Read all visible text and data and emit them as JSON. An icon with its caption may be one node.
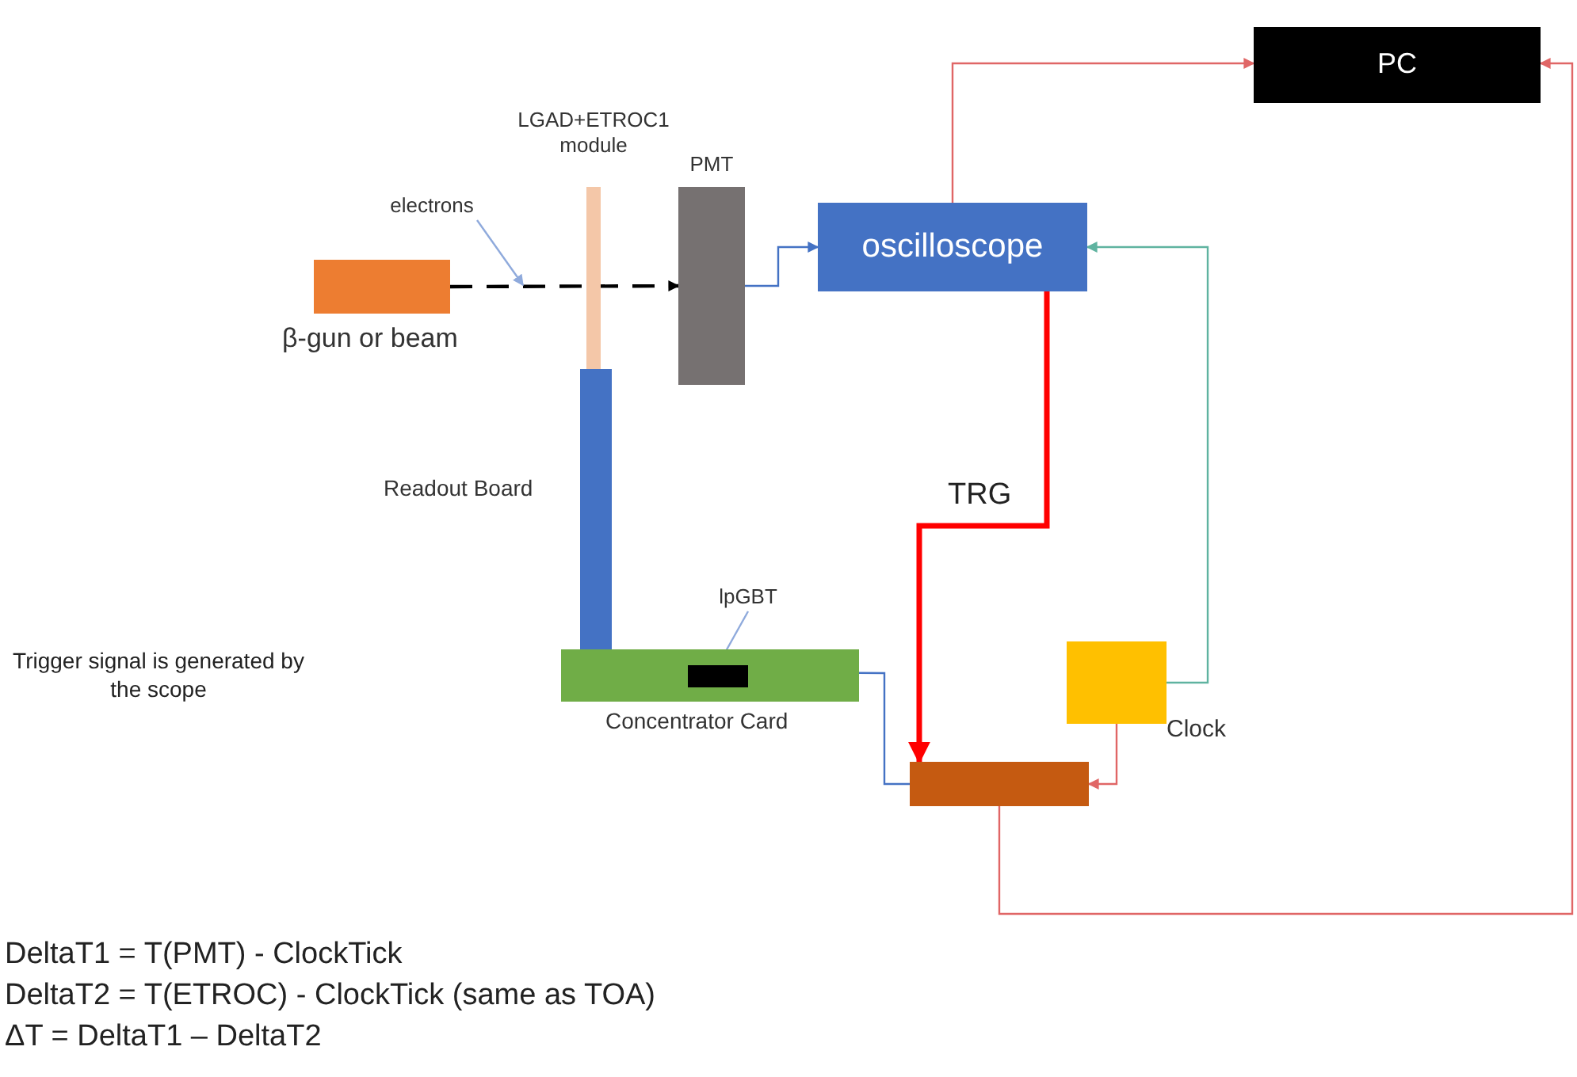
{
  "diagram": {
    "nodes": [
      {
        "text": [
          "PC"
        ]
      },
      {
        "text": [
          "LGAD+ETROC1 module"
        ]
      },
      {
        "text": [
          "PMT"
        ]
      },
      {
        "text": [
          "electrons"
        ]
      },
      {
        "text": [
          "oscilloscope"
        ]
      },
      {
        "text": [
          "β-gun or beam"
        ]
      },
      {
        "text": [
          "Readout Board"
        ]
      },
      {
        "text": [
          "lpGBT"
        ]
      },
      {
        "text": [
          "Concentrator Card"
        ]
      },
      {
        "text": [],
        "shape": "box",
        "in": 8
      },
      {
        "text": [
          "Clock"
        ]
      },
      {
        "text": [],
        "shape": "box"
      }
    ],
    "edges": [
      {
        "from": 5,
        "to": 2,
        "arrow": "to",
        "style": "dashed",
        "color": "#000000"
      },
      {
        "from": 3,
        "to": null,
        "arrow": "to",
        "color": "#8faadc"
      },
      {
        "from": 2,
        "to": 4,
        "arrow": "to",
        "color": "#4472c4"
      },
      {
        "from": 4,
        "to": 0,
        "arrow": "to"
      },
      {
        "from": 4,
        "to": 11,
        "arrow": "to",
        "label": "TRG",
        "style": "thick",
        "color": "#ff0000"
      },
      {
        "from": 10,
        "to": 4,
        "arrow": "to",
        "color": "#5fb3a0"
      },
      {
        "from": 10,
        "to": 11,
        "arrow": "to"
      },
      {
        "from": 8,
        "to": 11,
        "arrow": "none",
        "color": "#4472c4"
      },
      {
        "from": 11,
        "to": 0,
        "arrow": "to"
      },
      {
        "from": 7,
        "to": 9,
        "arrow": "to",
        "color": "#8faadc"
      }
    ],
    "labels": [
      "Trigger signal is generated by the scope",
      "DeltaT1 = T(PMT) - ClockTick",
      "DeltaT2 = T(ETROC) - ClockTick (same as TOA)",
      "ΔT = DeltaT1 – DeltaT2"
    ]
  }
}
